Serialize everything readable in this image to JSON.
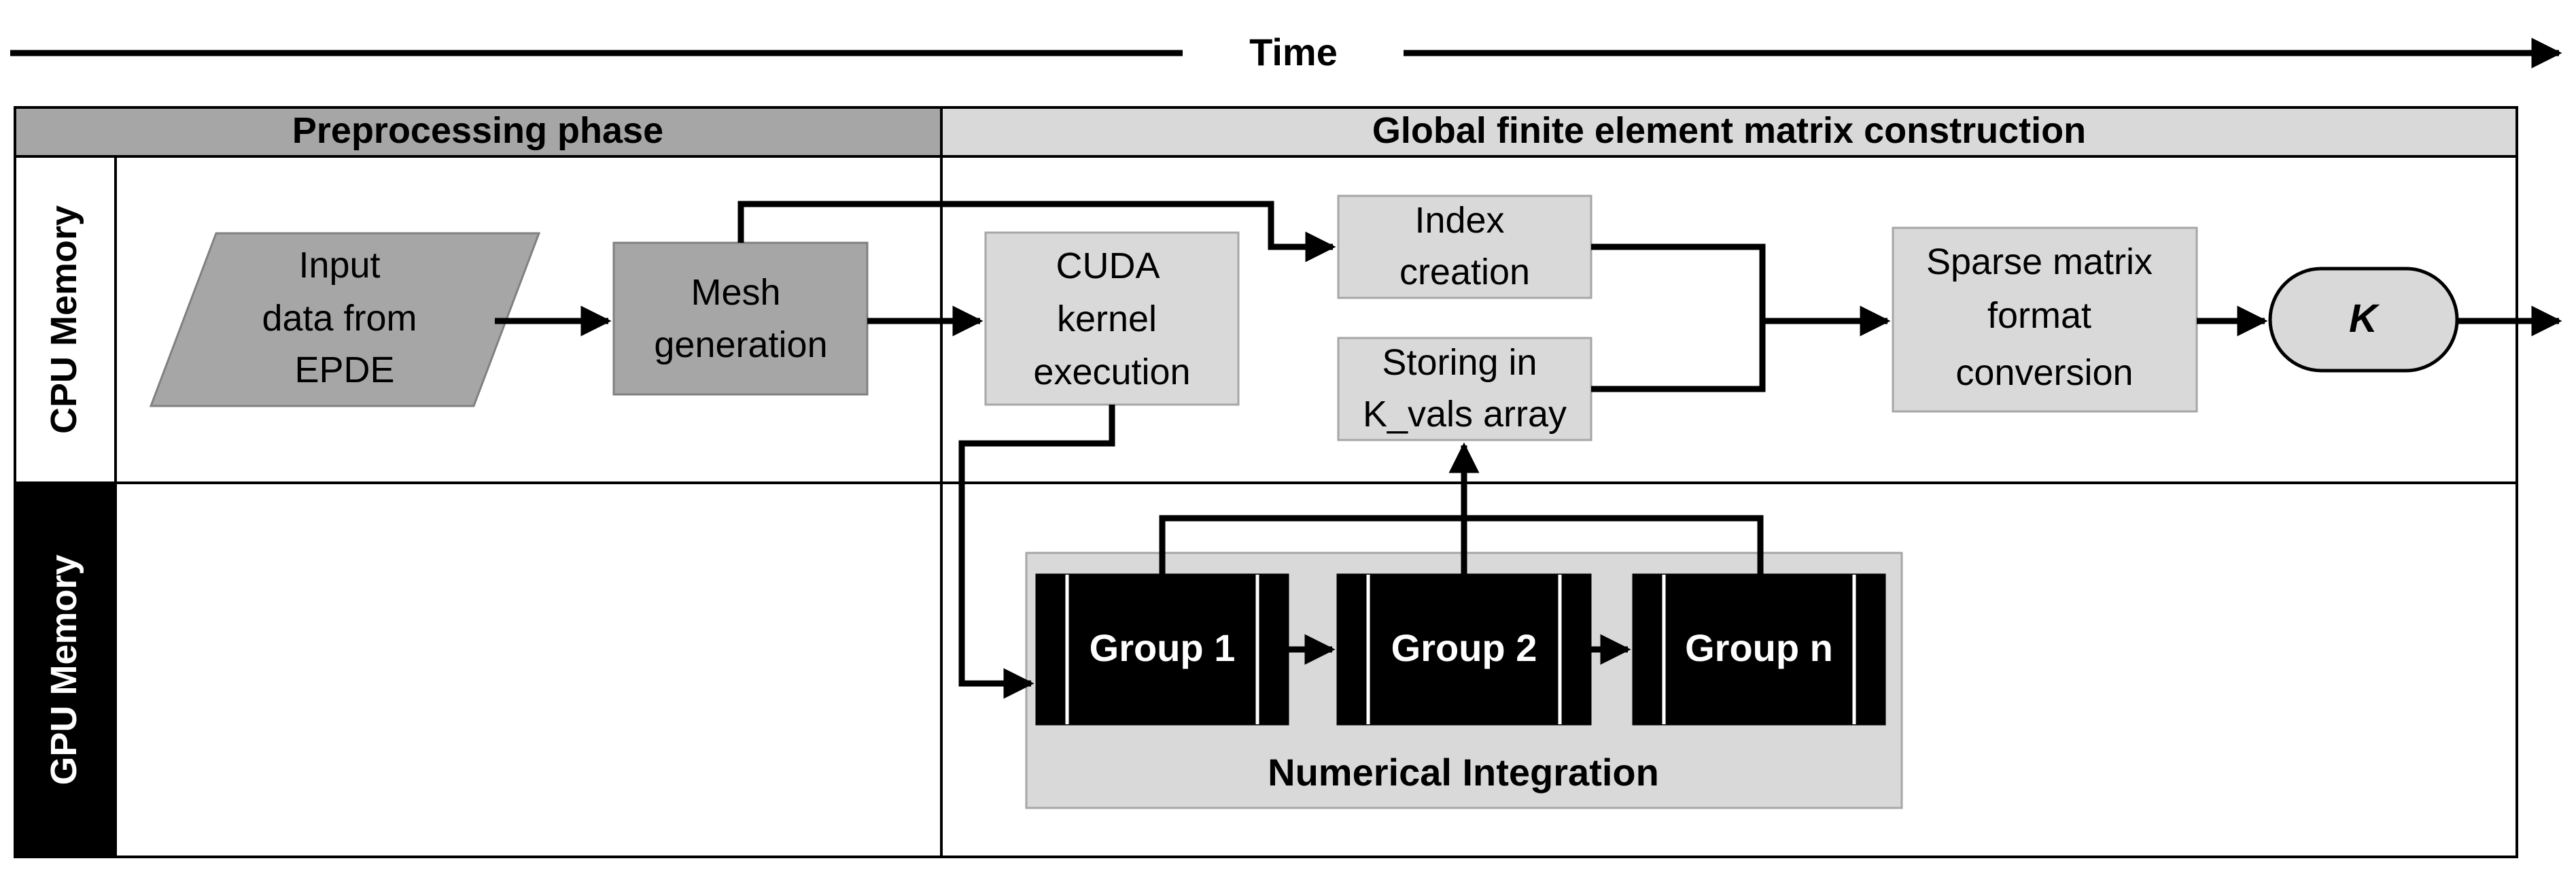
{
  "time_axis": {
    "label": "Time"
  },
  "phases": {
    "preprocessing": "Preprocessing phase",
    "global": "Global finite element matrix construction"
  },
  "lanes": {
    "cpu": "CPU Memory",
    "gpu": "GPU Memory"
  },
  "nodes": {
    "input": [
      "Input",
      "data from",
      "EPDE"
    ],
    "mesh": [
      "Mesh",
      "generation"
    ],
    "cuda": [
      "CUDA",
      "kernel",
      "execution"
    ],
    "index": [
      "Index",
      "creation"
    ],
    "storing": [
      "Storing in",
      "K_vals array"
    ],
    "sparse": [
      "Sparse matrix",
      "format",
      "conversion"
    ],
    "k": "K"
  },
  "numerical_integration": {
    "title": "Numerical Integration",
    "groups": [
      "Group 1",
      "Group 2",
      "Group n"
    ]
  },
  "colors": {
    "dark_box": "#a6a6a6",
    "light_box": "#d9d9d9",
    "header_left": "#a6a6a6",
    "header_right": "#d9d9d9",
    "group_fill": "#000000",
    "line": "#000000"
  }
}
